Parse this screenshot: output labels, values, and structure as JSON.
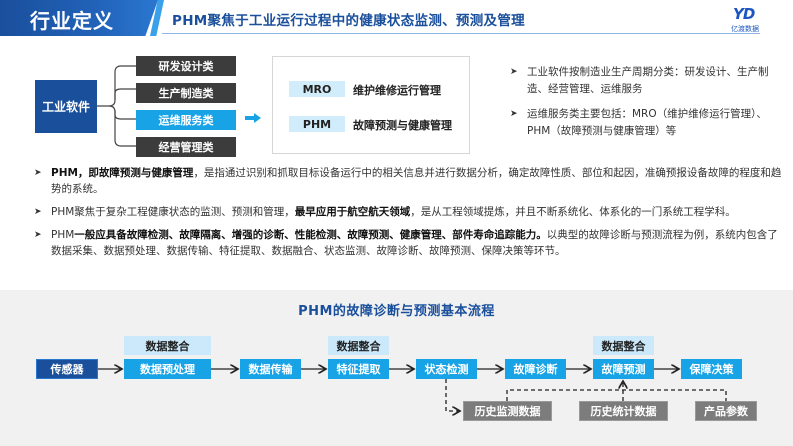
{
  "header": {
    "section_tag": "行业定义",
    "title": "PHM聚焦于工业运行过程中的健康状态监测、预测及管理",
    "logo_mark": "YD",
    "logo_text": "亿渡数据"
  },
  "software_diagram": {
    "root": "工业软件",
    "categories": [
      {
        "label": "研发设计类",
        "active": false
      },
      {
        "label": "生产制造类",
        "active": false
      },
      {
        "label": "运维服务类",
        "active": true
      },
      {
        "label": "经营管理类",
        "active": false
      }
    ],
    "services": [
      {
        "tag": "MRO",
        "desc": "维护维修运行管理"
      },
      {
        "tag": "PHM",
        "desc": "故障预测与健康管理"
      }
    ]
  },
  "right_notes": [
    "工业软件按制造业生产周期分类：研发设计、生产制造、经营管理、运维服务",
    "运维服务类主要包括：MRO（维护维修运行管理）、PHM（故障预测与健康管理）等"
  ],
  "paragraphs": [
    {
      "bold": "PHM，即故障预测与健康管理",
      "text": "，是指通过识别和抓取目标设备运行中的相关信息并进行数据分析，确定故障性质、部位和起因，准确预报设备故障的程度和趋势的系统。"
    },
    {
      "pre": "PHM聚焦于复杂工程健康状态的监测、预测和管理，",
      "bold": "最早应用于航空航天领域",
      "text": "，是从工程领域提炼，并且不断系统化、体系化的一门系统工程学科。"
    },
    {
      "pre": "PHM",
      "bold": "一般应具备故障检测、故障隔离、增强的诊断、性能检测、故障预测、健康管理、部件寿命追踪能力。",
      "text": "以典型的故障诊断与预测流程为例，系统内包含了数据采集、数据预处理、数据传输、特征提取、数据融合、状态监测、故障诊断、故障预测、保障决策等环节。"
    }
  ],
  "flow": {
    "title": "PHM的故障诊断与预测基本流程",
    "main_steps": [
      "传感器",
      "数据预处理",
      "数据传输",
      "特征提取",
      "状态检测",
      "故障诊断",
      "故障预测",
      "保障决策"
    ],
    "integration_label": "数据整合",
    "data_sources": [
      "历史监测数据",
      "历史统计数据",
      "产品参数"
    ]
  }
}
